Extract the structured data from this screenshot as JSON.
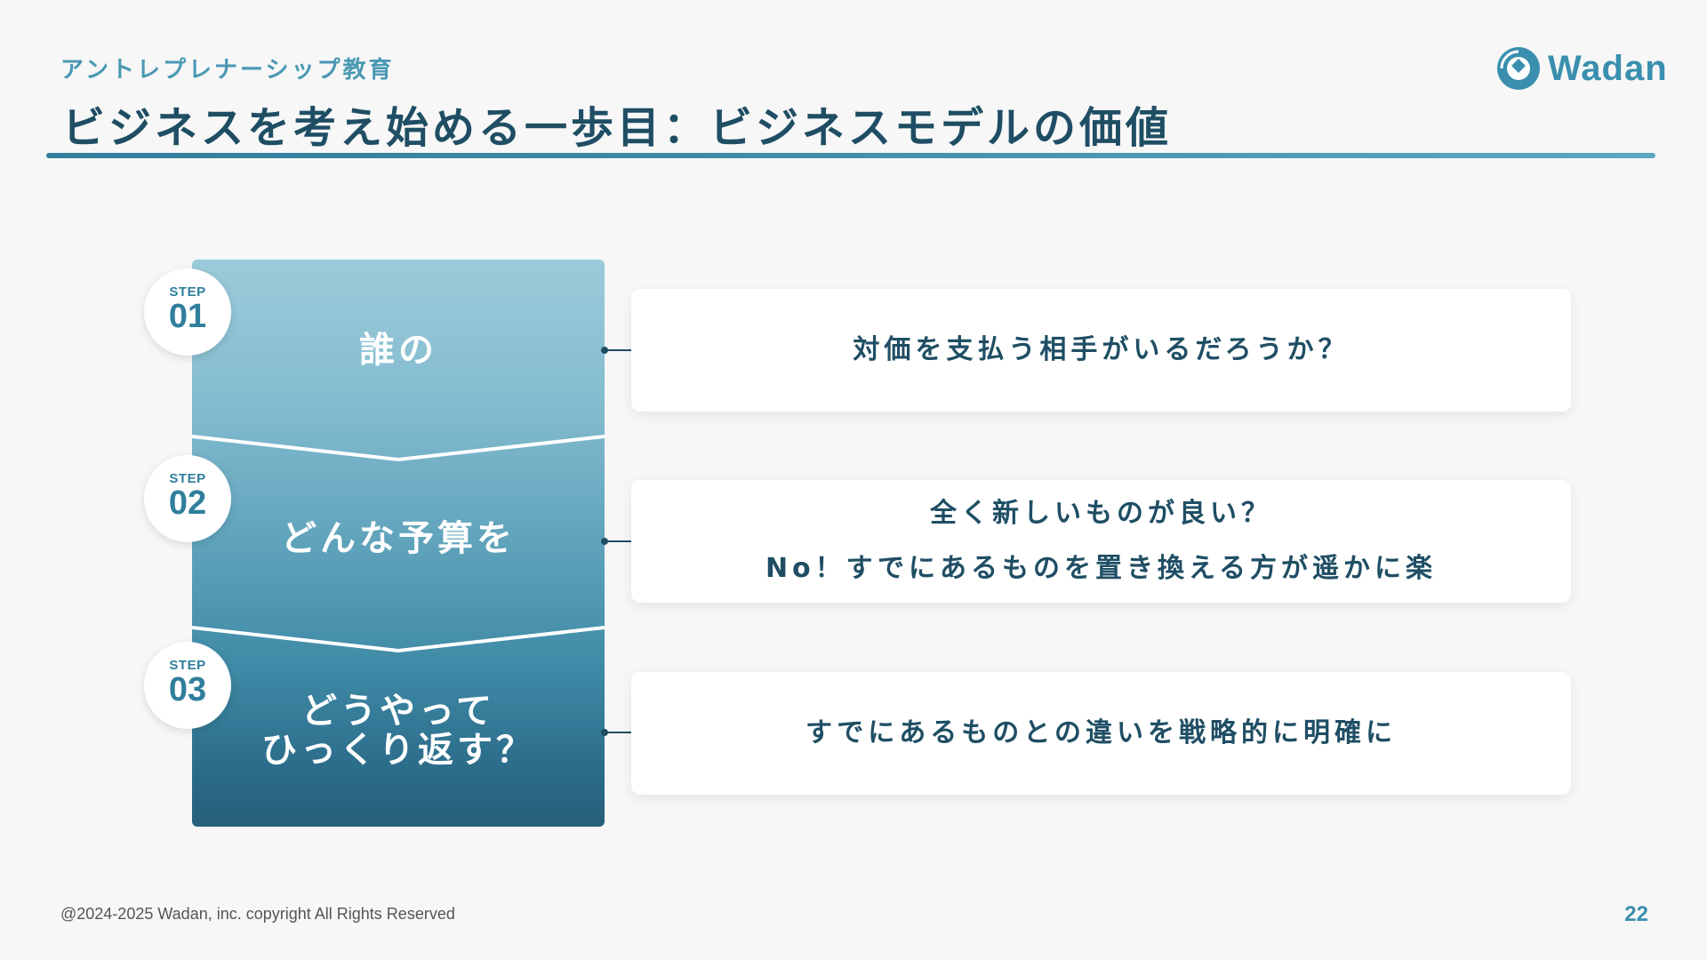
{
  "header": {
    "subtitle": "アントレプレナーシップ教育",
    "title": "ビジネスを考え始める一歩目：ビジネスモデルの価値",
    "logo_text": "Wadan"
  },
  "steps": [
    {
      "badge_label": "STEP",
      "badge_num": "01",
      "stage": "誰の"
    },
    {
      "badge_label": "STEP",
      "badge_num": "02",
      "stage": "どんな予算を"
    },
    {
      "badge_label": "STEP",
      "badge_num": "03",
      "stage_line1": "どうやって",
      "stage_line2": "ひっくり返す？"
    }
  ],
  "cards": [
    {
      "line1": "対価を支払う相手がいるだろうか？"
    },
    {
      "line1": "全く新しいものが良い？",
      "line2": "No！すでにあるものを置き換える方が遥かに楽"
    },
    {
      "line1": "すでにあるものとの違いを戦略的に明確に"
    }
  ],
  "footer": {
    "copyright": "@2024-2025 Wadan, inc. copyright All Rights Reserved",
    "page_number": "22"
  },
  "colors": {
    "primary_dark": "#1f4e64",
    "accent": "#3a8fae",
    "funnel_top": "#9bcbda",
    "funnel_bottom": "#265f7a"
  }
}
